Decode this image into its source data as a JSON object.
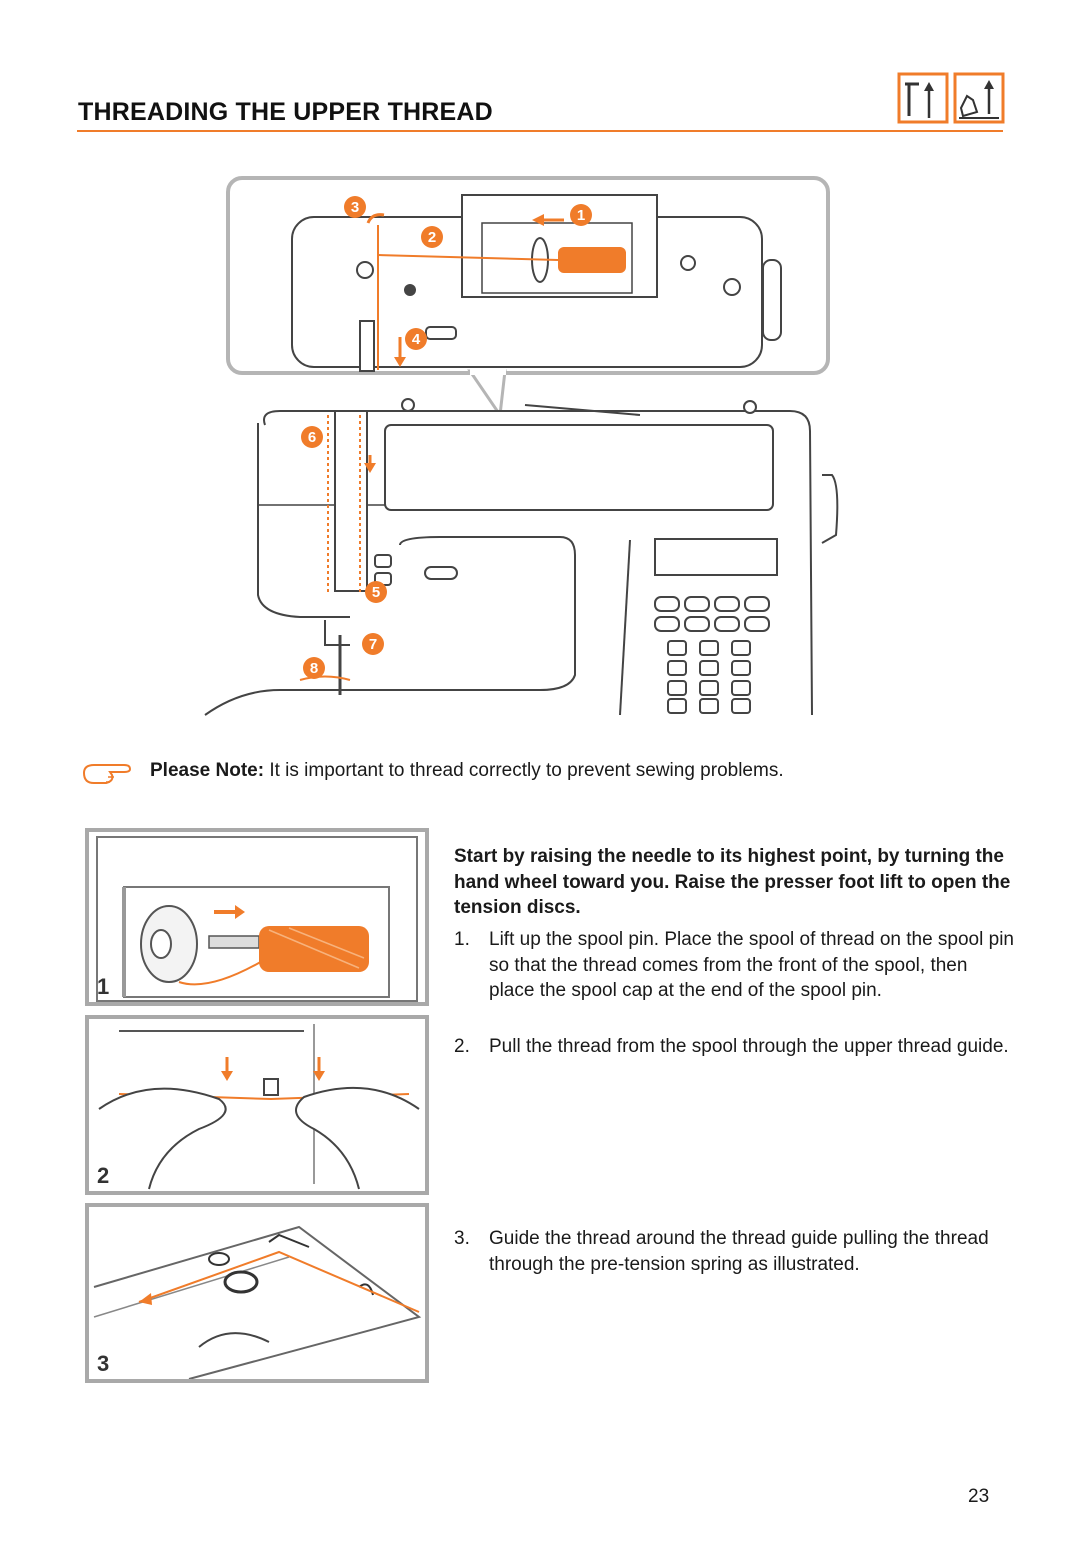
{
  "header": {
    "title": "THREADING THE UPPER THREAD",
    "icons": [
      "needle-up-icon",
      "presser-foot-up-icon"
    ],
    "accent_color": "#f07c2a"
  },
  "main_illustration": {
    "callouts": [
      "1",
      "2",
      "3",
      "4",
      "5",
      "6",
      "7",
      "8"
    ],
    "thread_color": "#f07c2a"
  },
  "note": {
    "icon": "pointing-hand-icon",
    "label": "Please Note:",
    "text": " It is important to thread correctly to prevent sewing problems."
  },
  "panels": [
    {
      "number": "1"
    },
    {
      "number": "2"
    },
    {
      "number": "3"
    }
  ],
  "intro": "Start by raising the needle to its highest point, by turning the hand wheel toward you. Raise the presser foot lift to open the tension discs.",
  "steps": [
    {
      "number": "1.",
      "text": "Lift up the spool pin. Place the spool of thread on the spool pin so that the thread comes from the front of the spool, then place the spool cap at the end of the spool pin."
    },
    {
      "number": "2.",
      "text": "Pull the thread from the spool through the upper thread guide."
    },
    {
      "number": "3.",
      "text": "Guide the thread around the thread guide pulling the thread through the pre-tension spring as illustrated."
    }
  ],
  "page_number": "23"
}
